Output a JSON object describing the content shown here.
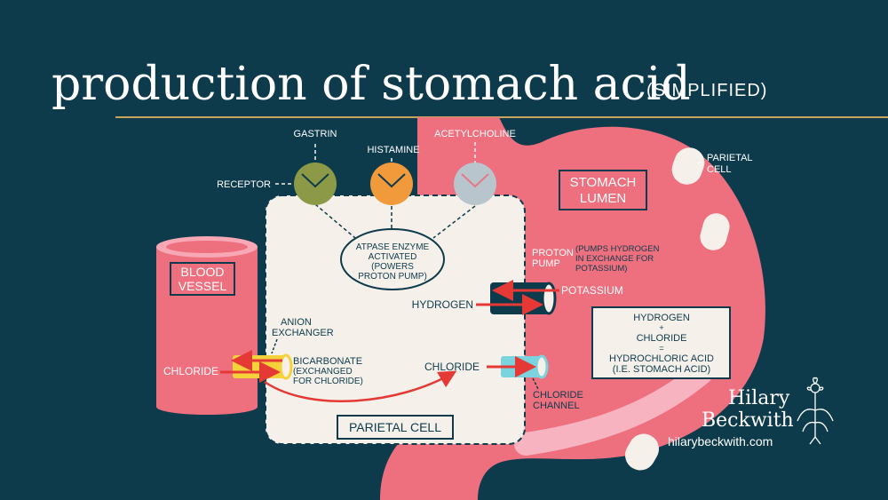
{
  "title": "production of stomach acid",
  "subtitle": "(SIMPLIFIED)",
  "labels": {
    "gastrin": "GASTRIN",
    "histamine": "HISTAMINE",
    "acetylcholine": "ACETYLCHOLINE",
    "receptor": "RECEPTOR",
    "parietal_cell_top_1": "PARIETAL",
    "parietal_cell_top_2": "CELL",
    "stomach_lumen_1": "STOMACH",
    "stomach_lumen_2": "LUMEN",
    "blood_vessel_1": "BLOOD",
    "blood_vessel_2": "VESSEL",
    "atpase_1": "ATPASE ENZYME",
    "atpase_2": "ACTIVATED",
    "atpase_3": "(POWERS",
    "atpase_4": "PROTON PUMP)",
    "proton_pump_1": "PROTON",
    "proton_pump_2": "PUMP",
    "pump_note_1": "(PUMPS HYDROGEN",
    "pump_note_2": "IN EXCHANGE FOR",
    "pump_note_3": "POTASSIUM)",
    "potassium": "POTASSIUM",
    "hydrogen": "HYDROGEN",
    "anion_1": "ANION",
    "anion_2": "EXCHANGER",
    "chloride_left": "CHLORIDE",
    "bicarbonate_1": "BICARBONATE",
    "bicarbonate_2": "(EXCHANGED",
    "bicarbonate_3": "FOR CHLORIDE)",
    "chloride_mid": "CHLORIDE",
    "chloride_channel_1": "CHLORIDE",
    "chloride_channel_2": "CHANNEL",
    "parietal_cell_box": "PARIETAL CELL",
    "eq_1": "HYDROGEN",
    "eq_2": "+",
    "eq_3": "CHLORIDE",
    "eq_4": "=",
    "eq_5": "HYDROCHLORIC ACID",
    "eq_6": "(I.E. STOMACH ACID)"
  },
  "brand": {
    "name_1": "Hilary",
    "name_2": "Beckwith",
    "url": "hilarybeckwith.com",
    "icon": "flower-icon"
  },
  "colors": {
    "background": "#0d3b4c",
    "stomach": "#ee6f7e",
    "cell": "#f5f1ea",
    "gastrin_receptor": "#8c9a48",
    "histamine_receptor": "#f09a3c",
    "acetylcholine_receptor": "#b9c5cc",
    "arrow": "#e53935",
    "anion_exchanger": "#f5d23a",
    "chloride_channel": "#7ad3dd",
    "gold_rule": "#c8a45c"
  }
}
